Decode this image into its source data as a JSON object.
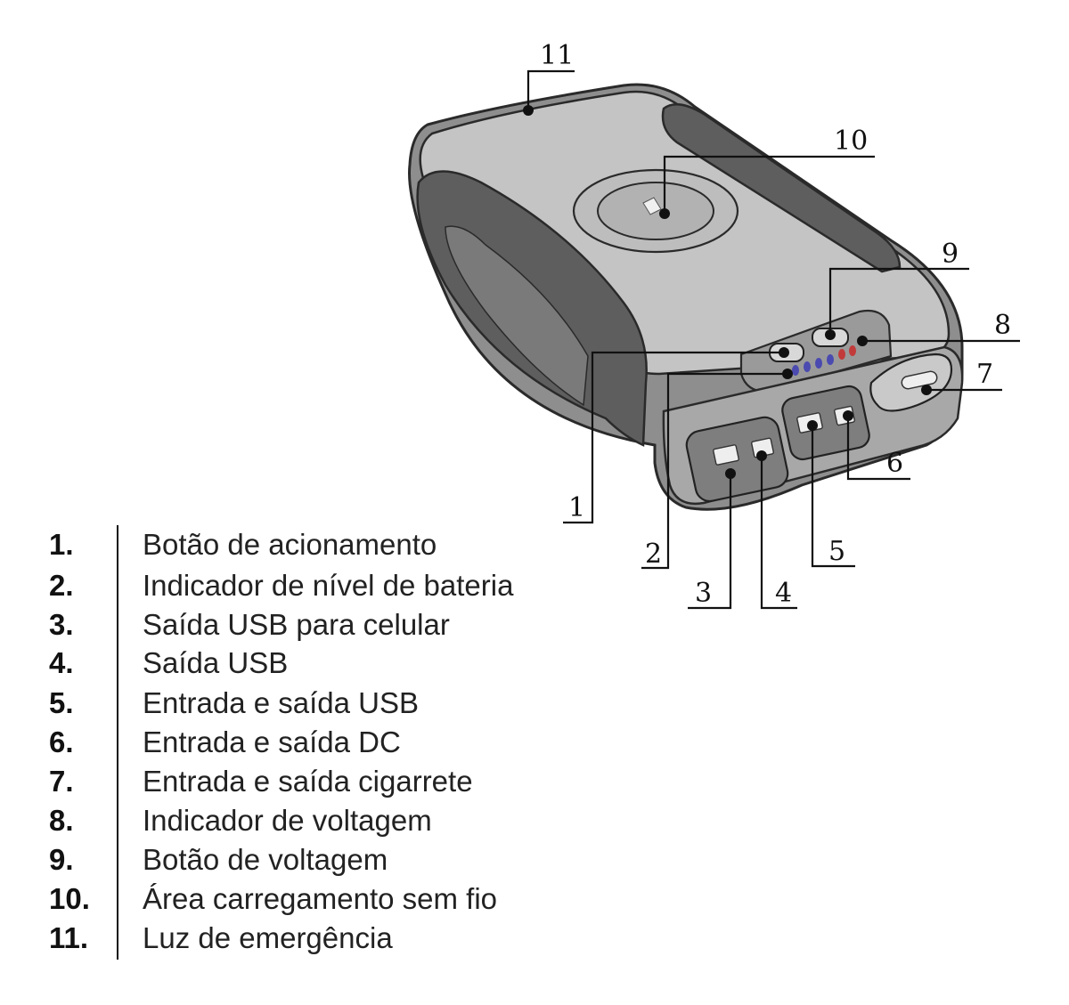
{
  "callouts": [
    "1",
    "2",
    "3",
    "4",
    "5",
    "6",
    "7",
    "8",
    "9",
    "10",
    "11"
  ],
  "legend": [
    {
      "num": "1.",
      "text": "Botão de acionamento"
    },
    {
      "num": "2.",
      "text": "Indicador de nível de bateria"
    },
    {
      "num": "3.",
      "text": "Saída USB para celular"
    },
    {
      "num": "4.",
      "text": "Saída USB"
    },
    {
      "num": "5.",
      "text": "Entrada e saída USB"
    },
    {
      "num": "6.",
      "text": "Entrada e saída DC"
    },
    {
      "num": "7.",
      "text": "Entrada e saída cigarrete"
    },
    {
      "num": "8.",
      "text": "Indicador de voltagem"
    },
    {
      "num": "9.",
      "text": "Botão de voltagem"
    },
    {
      "num": "10.",
      "text": "Área carregamento sem fio"
    },
    {
      "num": "11.",
      "text": "Luz de emergência"
    }
  ],
  "colors": {
    "body_light": "#b9b9b9",
    "body_mid": "#8f8f8f",
    "grip_dark": "#5e5e5e",
    "outline": "#2a2a2a",
    "battery_led_blue": "#4a4ab0",
    "voltage_led_red": "#c23b3b"
  }
}
